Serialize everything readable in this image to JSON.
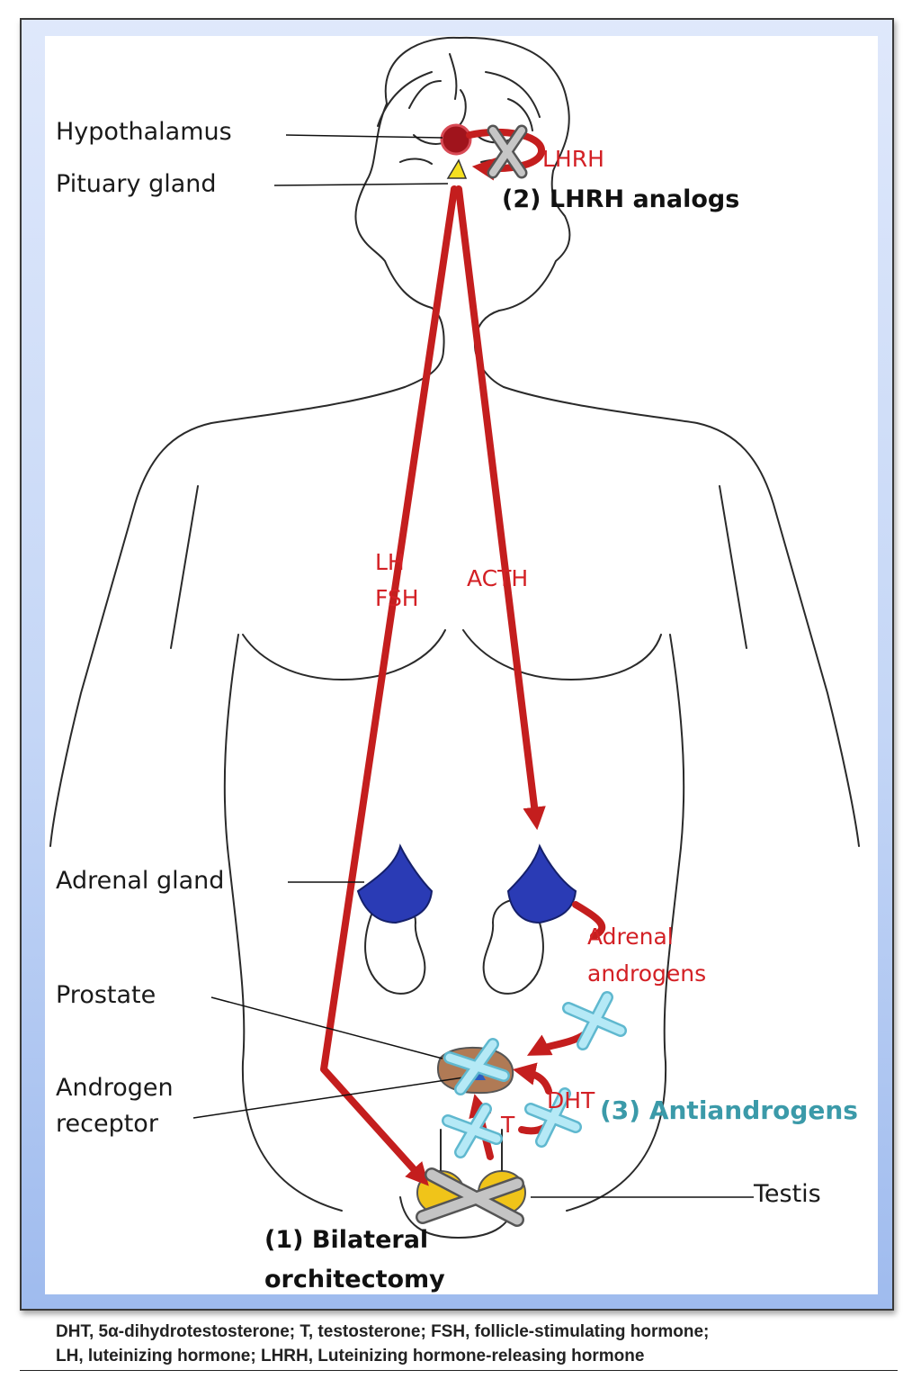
{
  "labels": {
    "hypothalamus": "Hypothalamus",
    "pituitary": "Pituary gland",
    "adrenal": "Adrenal gland",
    "prostate": "Prostate",
    "androgen_l1": "Androgen",
    "androgen_l2": "receptor",
    "testis": "Testis"
  },
  "hormones": {
    "lhrh": "LHRH",
    "lh": "LH",
    "fsh": "FSH",
    "acth": "ACTH",
    "adrenal_l1": "Adrenal",
    "adrenal_l2": "androgens",
    "dht": "DHT",
    "t": "T"
  },
  "treatments": {
    "lhrh_analogs": "(2) LHRH analogs",
    "orchi_l1": "(1) Bilateral",
    "orchi_l2": "orchitectomy",
    "antiandrogens": "(3) Antiandrogens"
  },
  "footnote": {
    "line1": "DHT, 5α-dihydrotestosterone;  T, testosterone;  FSH, follicle-stimulating hormone;",
    "line2": "LH, luteinizing hormone; LHRH,  Luteinizing hormone-releasing hormone"
  },
  "colors": {
    "hormone_arrow": "#c41e1e",
    "adrenal_gland": "#2a3bb5",
    "testis": "#f0c419",
    "block_x_grey": "#b9b9b9",
    "block_x_blue": "#a8e2f2"
  }
}
